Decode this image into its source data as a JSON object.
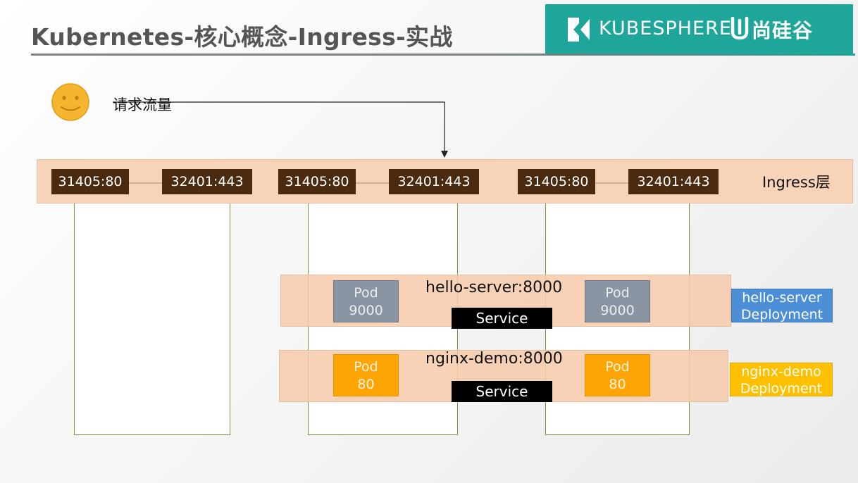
{
  "title": "Kubernetes-核心概念-Ingress-实战",
  "brand": {
    "name": "KUBESPHERE",
    "partner": "尚硅谷",
    "color": "#1fa69a"
  },
  "request": {
    "label": "请求流量",
    "icon": "smiley-face-icon"
  },
  "ingress": {
    "label": "Ingress层",
    "ports": [
      "31405:80",
      "32401:443",
      "31405:80",
      "32401:443",
      "31405:80",
      "32401:443"
    ]
  },
  "services": [
    {
      "title": "hello-server:8000",
      "service_label": "Service",
      "pods": [
        {
          "line1": "Pod",
          "line2": "9000"
        },
        {
          "line1": "Pod",
          "line2": "9000"
        }
      ],
      "deployment": {
        "line1": "hello-server",
        "line2": "Deployment"
      }
    },
    {
      "title": "nginx-demo:8000",
      "service_label": "Service",
      "pods": [
        {
          "line1": "Pod",
          "line2": "80"
        },
        {
          "line1": "Pod",
          "line2": "80"
        }
      ],
      "deployment": {
        "line1": "nginx-demo",
        "line2": "Deployment"
      }
    }
  ]
}
